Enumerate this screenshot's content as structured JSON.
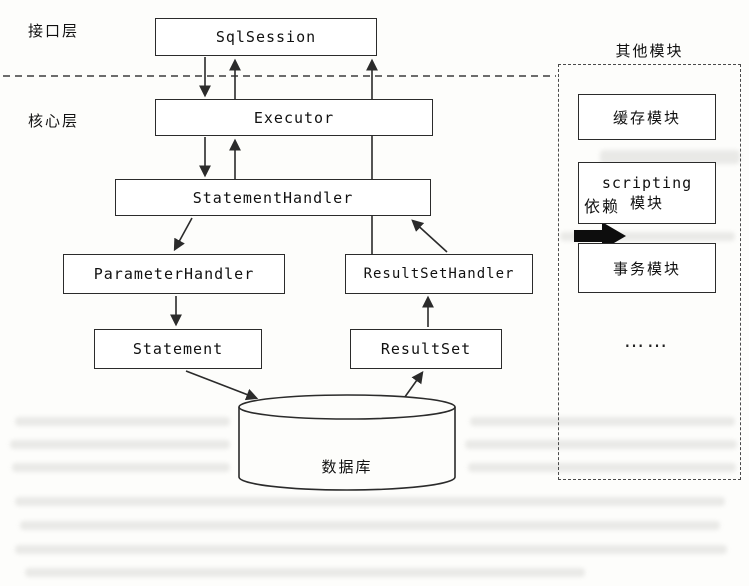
{
  "diagram": {
    "interface_layer_label": "接口层",
    "core_layer_label": "核心层",
    "dependency_label": "依赖",
    "nodes": {
      "sqlsession": "SqlSession",
      "executor": "Executor",
      "statement_handler": "StatementHandler",
      "parameter_handler": "ParameterHandler",
      "resultset_handler": "ResultSetHandler",
      "statement": "Statement",
      "resultset": "ResultSet",
      "database": "数据库"
    },
    "other_modules": {
      "title": "其他模块",
      "cache_module": "缓存模块",
      "scripting_module_line1": "scripting",
      "scripting_module_line2": "模块",
      "transaction_module": "事务模块",
      "ellipsis": "……"
    }
  }
}
